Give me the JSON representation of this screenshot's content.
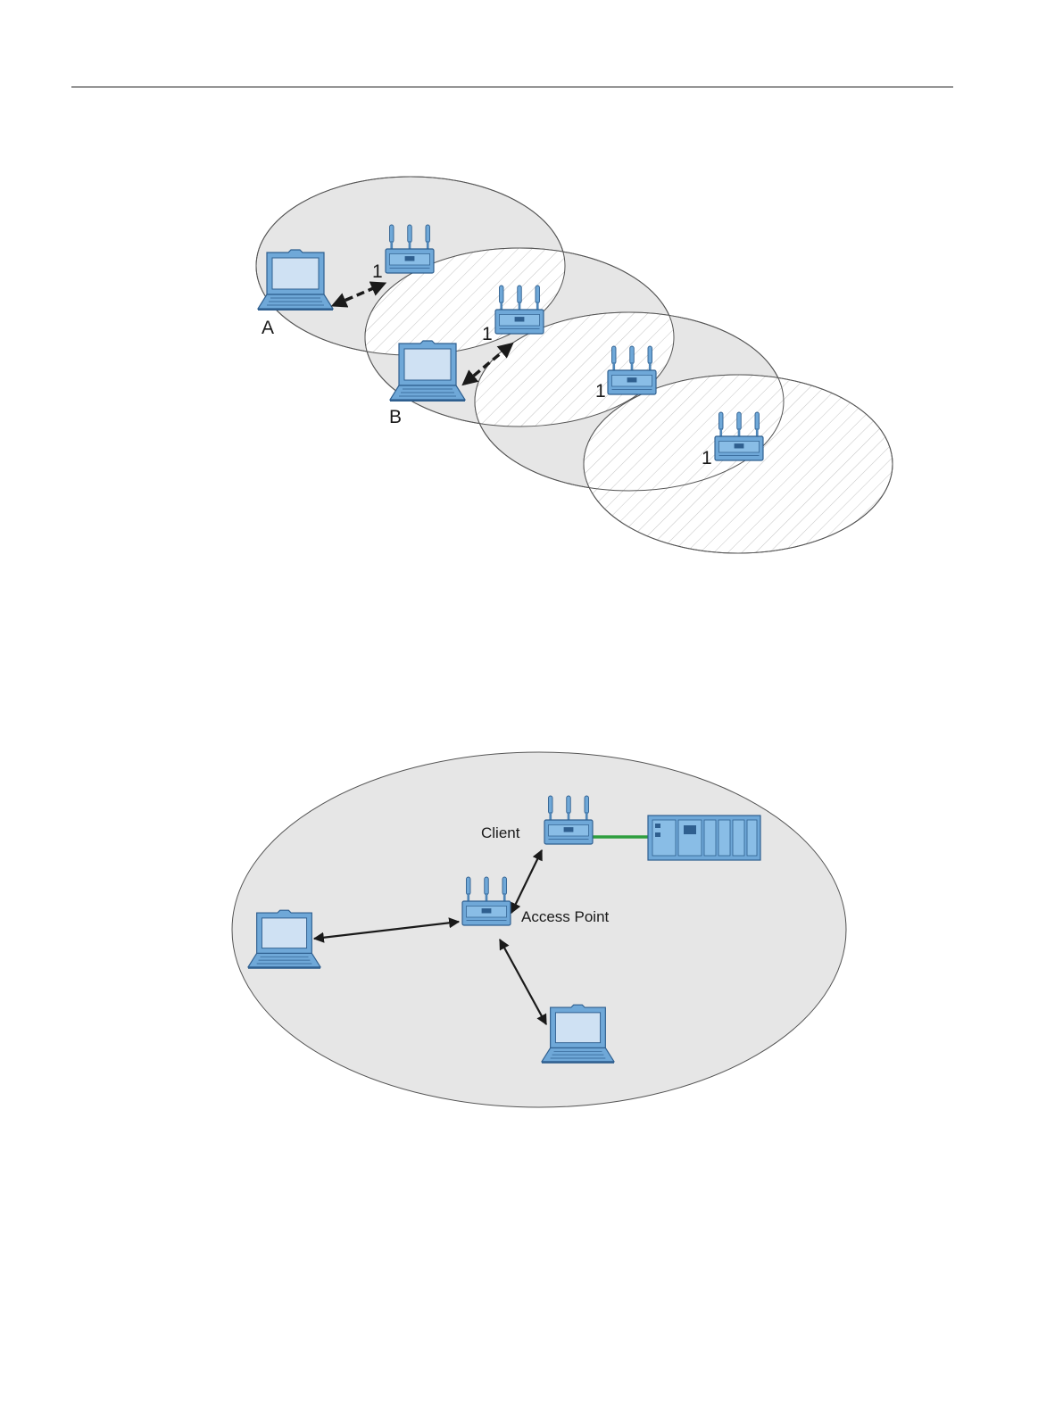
{
  "roaming_diagram": {
    "cell_number_labels": [
      "1",
      "1",
      "1",
      "1"
    ],
    "client_labels": [
      "A",
      "B"
    ]
  },
  "infrastructure_diagram": {
    "client_label": "Client",
    "access_point_label": "Access Point"
  },
  "colors": {
    "cell_fill": "#e6e6e6",
    "device_blue": "#6fa8d8",
    "device_stroke": "#2f5f8f",
    "ethernet_link": "#2e9e3e"
  }
}
